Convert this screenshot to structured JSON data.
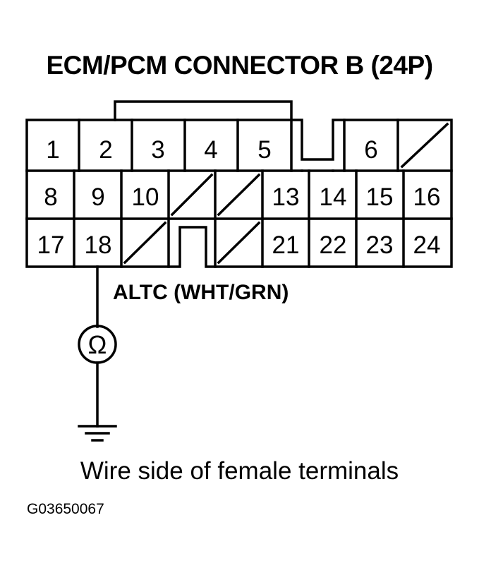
{
  "title": "ECM/PCM CONNECTOR B (24P)",
  "wire_label": "ALTC (WHT/GRN)",
  "caption": "Wire side of female terminals",
  "figure_code": "G03650067",
  "meter_symbol": "Ω",
  "connector": {
    "row1": [
      "1",
      "2",
      "3",
      "4",
      "5",
      "6"
    ],
    "row2": [
      "8",
      "9",
      "10",
      "13",
      "14",
      "15",
      "16"
    ],
    "row3": [
      "17",
      "18",
      "21",
      "22",
      "23",
      "24"
    ]
  }
}
